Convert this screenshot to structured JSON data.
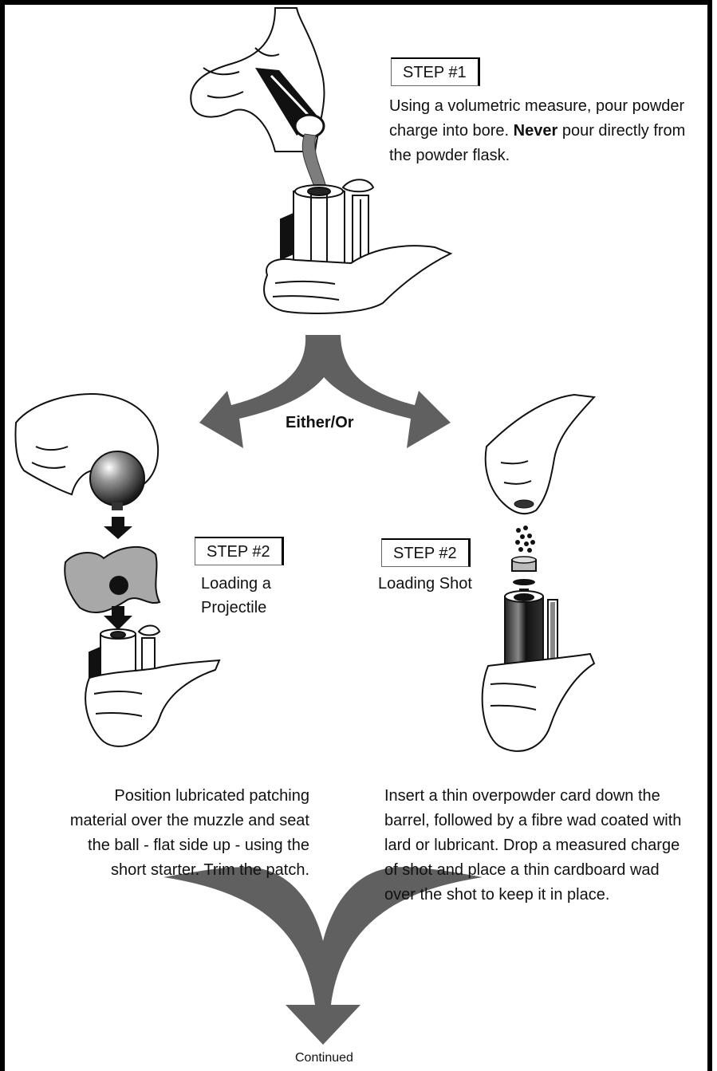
{
  "step1": {
    "label": "STEP #1",
    "text_before": "Using a volumetric measure, pour powder charge into bore. ",
    "text_bold": "Never",
    "text_after": " pour directly from the powder flask."
  },
  "branch_label": "Either/Or",
  "step2_projectile": {
    "label": "STEP #2",
    "title_line1": "Loading a",
    "title_line2": "Projectile",
    "description": "Position lubricated patching material over the muzzle and seat the ball - flat side up - using the short starter. Trim the patch."
  },
  "step2_shot": {
    "label": "STEP #2",
    "title": "Loading Shot",
    "description": "Insert a thin overpowder card down the barrel, followed by a fibre wad coated with lard or lubricant. Drop a measured charge of shot and place a thin cardboard wad over the shot to keep it in place."
  },
  "footer": "Continued",
  "colors": {
    "arrow": "#606060",
    "frame": "#000000",
    "patch": "#a8a8a8"
  }
}
